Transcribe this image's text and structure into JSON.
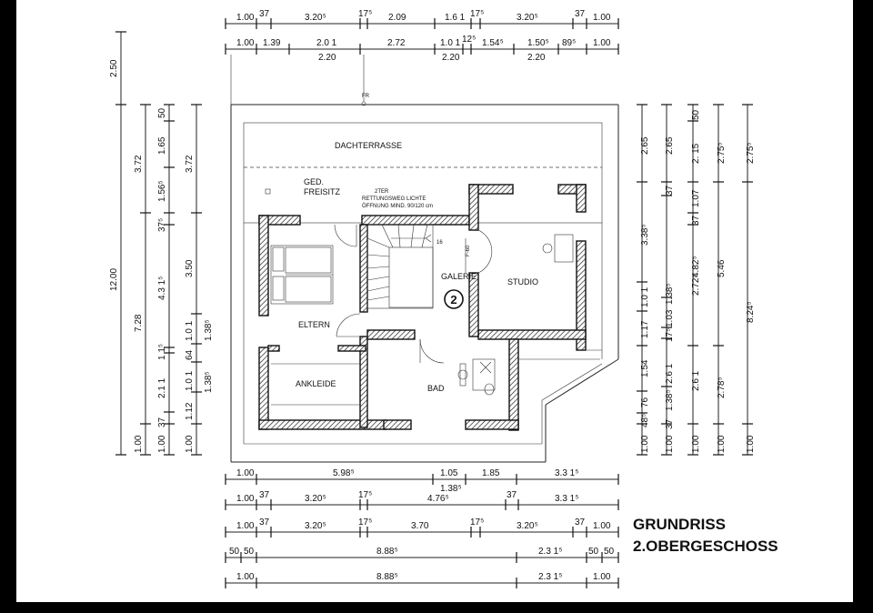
{
  "dimensions": {
    "top_row1": [
      "1.00",
      "37",
      "3.20⁵",
      "17⁵",
      "2.09",
      "1.6 1",
      "17⁵",
      "3.20⁵",
      "37",
      "1.00"
    ],
    "top_row2": [
      "1.00",
      "1.39",
      "2.0 1",
      "2.72",
      "1.0 1",
      "12⁵",
      "1.54⁵",
      "1.50⁵",
      "89⁵",
      "1.00"
    ],
    "top_row2_sub": [
      "2.20",
      "2.20",
      "2.20"
    ],
    "left_outer": [
      "2.50",
      "12.00"
    ],
    "left_col2": [
      "3.72",
      "7.28",
      "1.00"
    ],
    "left_col3": [
      "50",
      "1.65",
      "1.56⁵",
      "37⁵",
      "4.3 1⁵",
      "1 1⁵",
      "2.1 1",
      "37",
      "1.00"
    ],
    "left_col4": [
      "3.72",
      "3.50",
      "1.0 1",
      "64",
      "1.0 1",
      "1.12",
      "1.38⁵",
      "1.38⁵",
      "1.00"
    ],
    "right_col1": [
      "2.65",
      "3.38⁵",
      "1.0 1",
      "1.17",
      "1.54",
      "76",
      "48⁵",
      "1.00"
    ],
    "right_col2": [
      "2.65",
      "37",
      "1.38⁵",
      "1.03",
      "17⁵",
      "2.6 1",
      "1.38⁵",
      "37",
      "1.00"
    ],
    "right_col3": [
      "50",
      "2. 15",
      "1.07",
      "37",
      "4.82⁵",
      "2.72⁵",
      "2.6 1",
      "1.00"
    ],
    "right_col4": [
      "2.75⁵",
      "5.46",
      "2.78⁵",
      "1.00"
    ],
    "right_col5": [
      "2.75⁵",
      "8.24⁵",
      "1.00"
    ],
    "bottom_row1": [
      "1.00",
      "5.98⁵",
      "1.05",
      "1.85",
      "3.3 1⁵"
    ],
    "bottom_row1_sub": "1.38⁵",
    "bottom_row2": [
      "1.00",
      "37",
      "3.20⁵",
      "17⁵",
      "4.76⁵",
      "37",
      "3.3 1⁵"
    ],
    "bottom_row3": [
      "1.00",
      "37",
      "3.20⁵",
      "17⁵",
      "3.70",
      "17⁵",
      "3.20⁵",
      "37",
      "1.00"
    ],
    "bottom_row4": [
      "50",
      "50",
      "8.88⁵",
      "2.3 1⁵",
      "50",
      "50"
    ],
    "bottom_row5": [
      "1.00",
      "8.88⁵",
      "2.3 1⁵",
      "1.00"
    ]
  },
  "rooms": {
    "dachterrasse": "DACHTERRASSE",
    "freisitz_line1": "GED.",
    "freisitz_line2": "FREISITZ",
    "rettungsweg_line1": "2TER",
    "rettungsweg_line2": "RETTUNGSWEG LICHTE",
    "rettungsweg_line3": "ÖFFNUNG MIND. 90/120 cm",
    "eltern": "ELTERN",
    "ankleide": "ANKLEIDE",
    "galerie": "GALERIE",
    "studio": "STUDIO",
    "bad": "BAD",
    "stair_steps": "16",
    "fr_label": "FR",
    "f60_label": "F-60",
    "level_marker": "2"
  },
  "title": {
    "line1": "GRUNDRISS",
    "line2": "2.OBERGESCHOSS"
  }
}
